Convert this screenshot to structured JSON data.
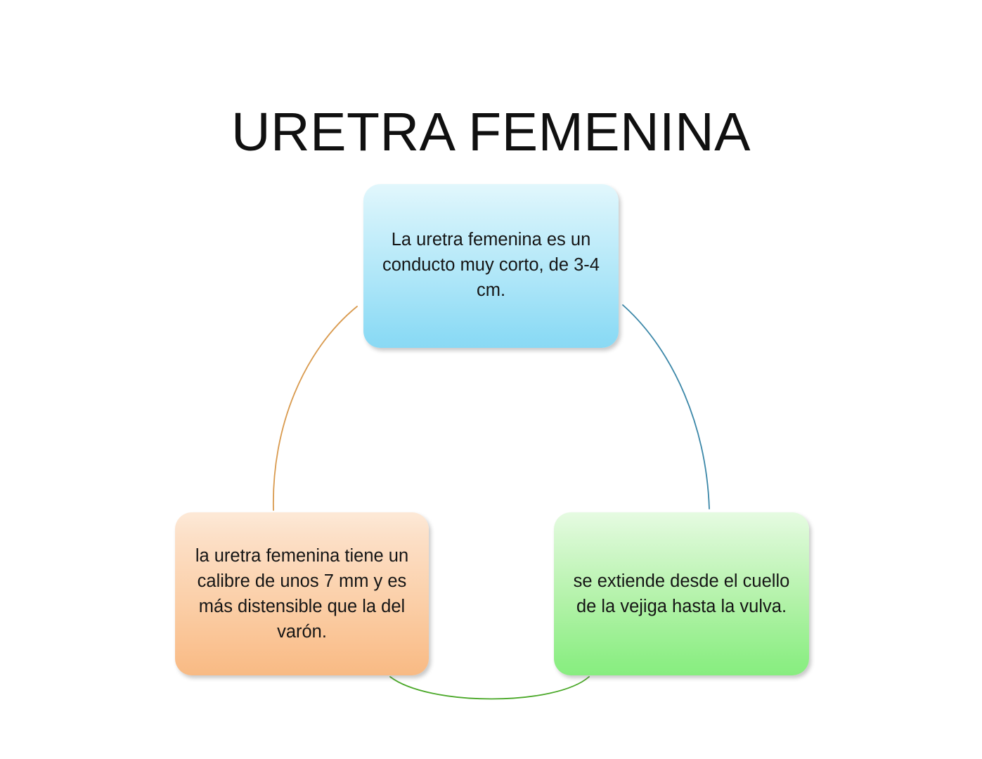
{
  "slide": {
    "title": "URETRA FEMENINA",
    "background_color": "#ffffff",
    "title_color": "#101010"
  },
  "diagram": {
    "type": "cycle",
    "node_count": 3,
    "nodes": [
      {
        "id": "blue",
        "position": "top",
        "text": "La uretra femenina es un conducto muy corto, de 3-4 cm.",
        "fill_top_color": "#e2f7fc",
        "fill_bottom_color": "#8ad9f4",
        "text_color": "#151515"
      },
      {
        "id": "green",
        "position": "bottom-right",
        "text": "se extiende desde el cuello de la vejiga hasta la vulva.",
        "fill_top_color": "#e6fbe2",
        "fill_bottom_color": "#88ed80",
        "text_color": "#151515"
      },
      {
        "id": "orange",
        "position": "bottom-left",
        "text": "la uretra femenina tiene un calibre de unos 7 mm y es más distensible que la del varón.",
        "fill_top_color": "#fde9d7",
        "fill_bottom_color": "#f8ba84",
        "text_color": "#151515"
      }
    ],
    "connectors": [
      {
        "id": "arc-blue-to-green",
        "from": "blue",
        "to": "green",
        "side": "right",
        "color": "#3b87a8"
      },
      {
        "id": "arc-green-to-orange",
        "from": "green",
        "to": "orange",
        "side": "bottom",
        "color": "#4aa828"
      },
      {
        "id": "arc-orange-to-blue",
        "from": "orange",
        "to": "blue",
        "side": "left",
        "color": "#d99a4e"
      }
    ]
  }
}
